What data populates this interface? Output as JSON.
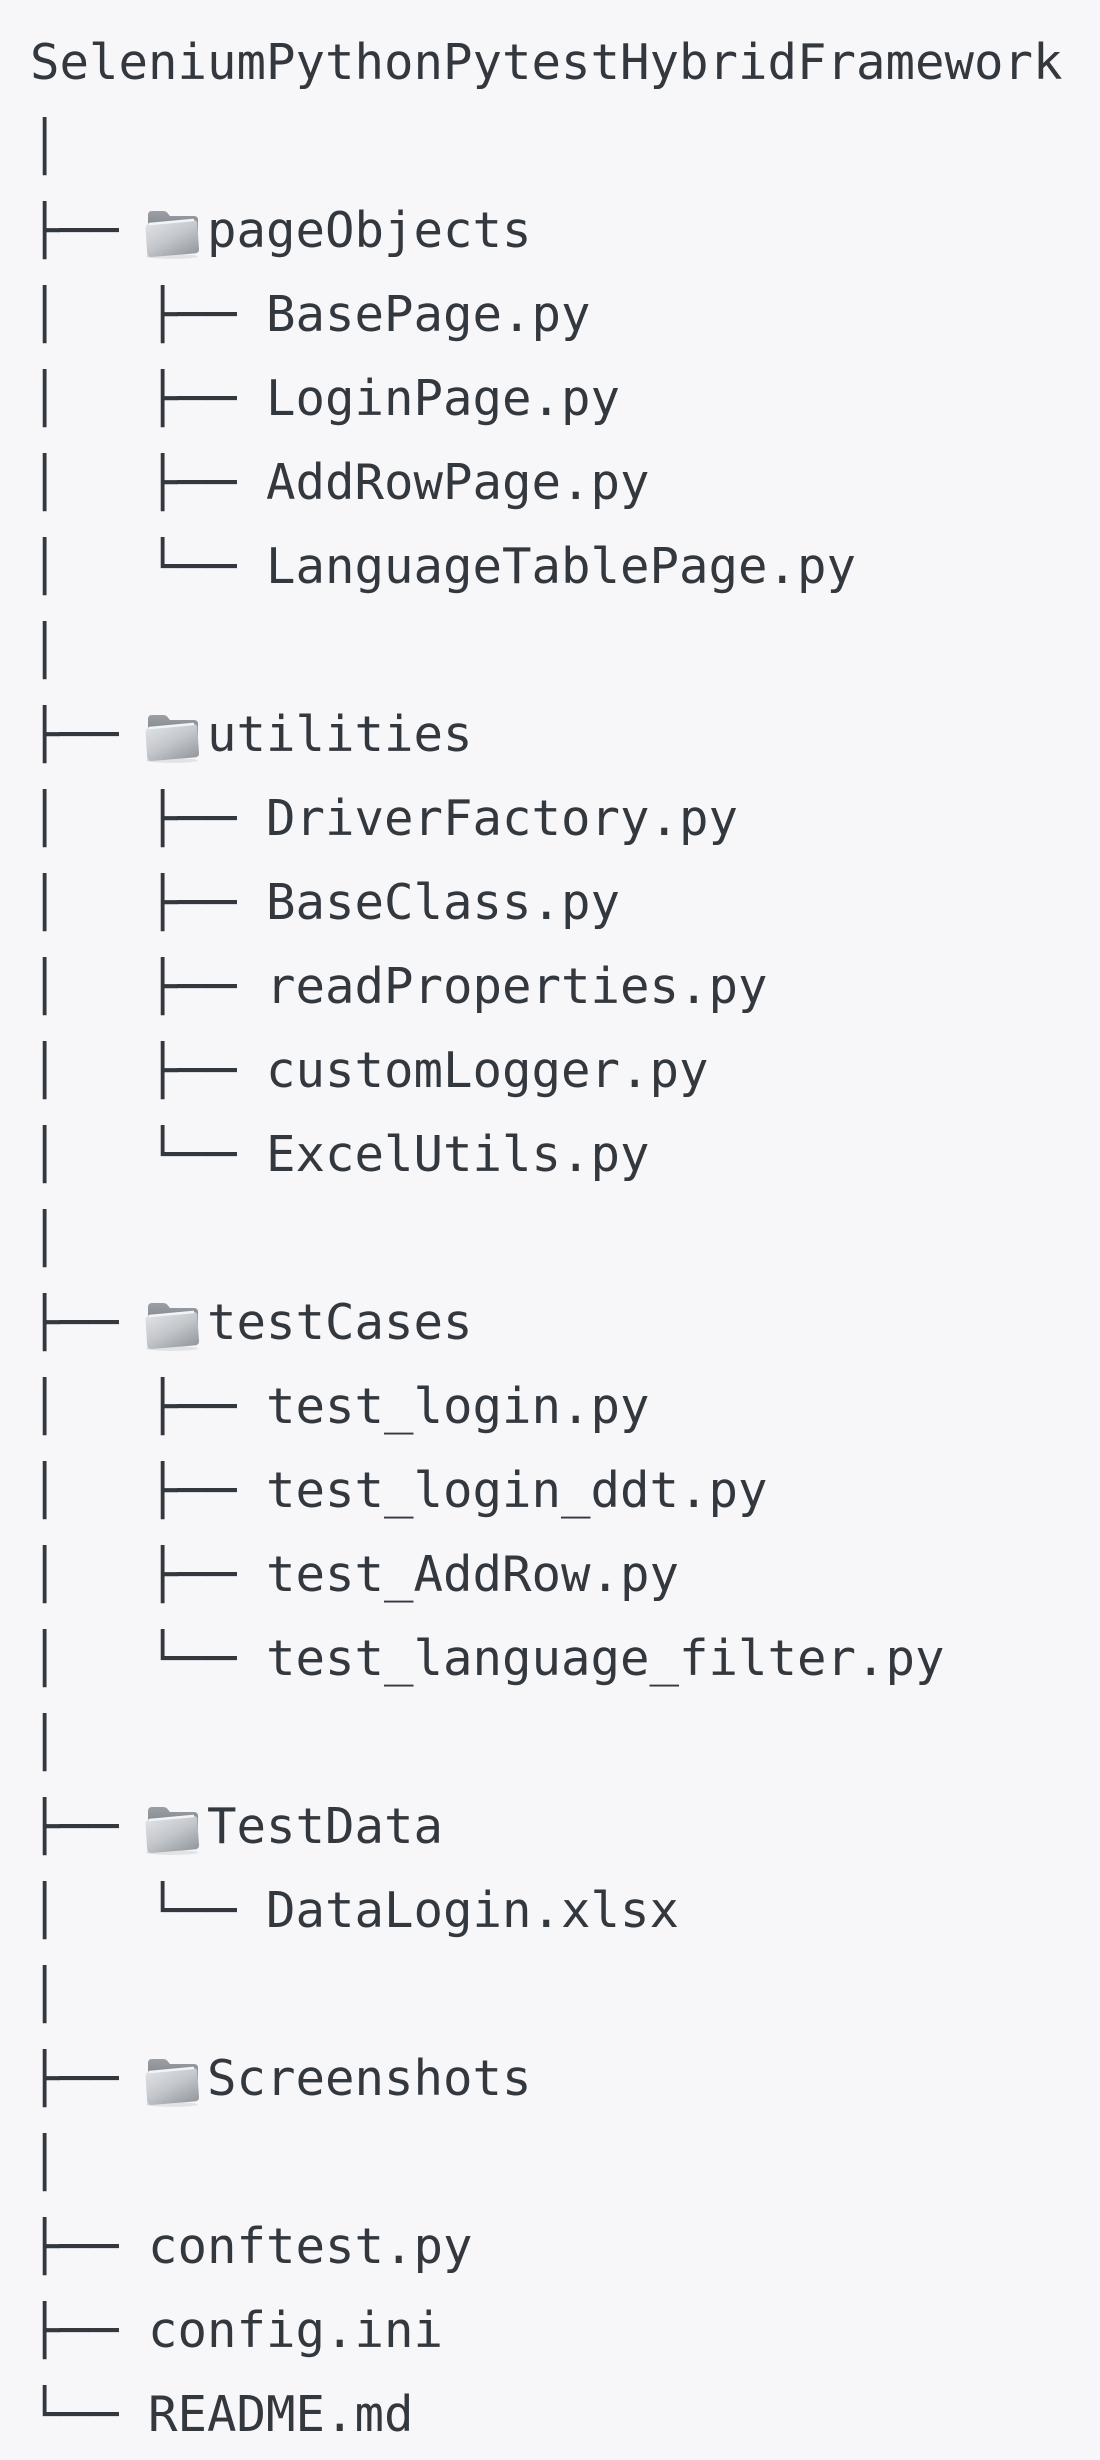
{
  "page_title": "SeleniumPythonPytestHybridFramework",
  "colors": {
    "background": "#f7f7fa",
    "text": "#33373e",
    "folder_back_top": "#9ba0a6",
    "folder_back_bottom": "#5f646b",
    "folder_front_light": "#e4e6e9",
    "folder_front_mid": "#c3c7cb",
    "folder_front_dark": "#979ca2",
    "folder_highlight": "#f3f4f6"
  },
  "tree": {
    "lines": [
      {
        "prefix": "",
        "name": "SeleniumPythonPytestHybridFramework",
        "type": "title"
      },
      {
        "prefix": "│",
        "name": "",
        "type": "spacer"
      },
      {
        "prefix": "├── ",
        "name": "pageObjects",
        "type": "folder"
      },
      {
        "prefix": "│   ├── ",
        "name": "BasePage.py",
        "type": "file"
      },
      {
        "prefix": "│   ├── ",
        "name": "LoginPage.py",
        "type": "file"
      },
      {
        "prefix": "│   ├── ",
        "name": "AddRowPage.py",
        "type": "file"
      },
      {
        "prefix": "│   └── ",
        "name": "LanguageTablePage.py",
        "type": "file"
      },
      {
        "prefix": "│",
        "name": "",
        "type": "spacer"
      },
      {
        "prefix": "├── ",
        "name": "utilities",
        "type": "folder"
      },
      {
        "prefix": "│   ├── ",
        "name": "DriverFactory.py",
        "type": "file"
      },
      {
        "prefix": "│   ├── ",
        "name": "BaseClass.py",
        "type": "file"
      },
      {
        "prefix": "│   ├── ",
        "name": "readProperties.py",
        "type": "file"
      },
      {
        "prefix": "│   ├── ",
        "name": "customLogger.py",
        "type": "file"
      },
      {
        "prefix": "│   └── ",
        "name": "ExcelUtils.py",
        "type": "file"
      },
      {
        "prefix": "│",
        "name": "",
        "type": "spacer"
      },
      {
        "prefix": "├── ",
        "name": "testCases",
        "type": "folder"
      },
      {
        "prefix": "│   ├── ",
        "name": "test_login.py",
        "type": "file"
      },
      {
        "prefix": "│   ├── ",
        "name": "test_login_ddt.py",
        "type": "file"
      },
      {
        "prefix": "│   ├── ",
        "name": "test_AddRow.py",
        "type": "file"
      },
      {
        "prefix": "│   └── ",
        "name": "test_language_filter.py",
        "type": "file"
      },
      {
        "prefix": "│",
        "name": "",
        "type": "spacer"
      },
      {
        "prefix": "├── ",
        "name": "TestData",
        "type": "folder"
      },
      {
        "prefix": "│   └── ",
        "name": "DataLogin.xlsx",
        "type": "file"
      },
      {
        "prefix": "│",
        "name": "",
        "type": "spacer"
      },
      {
        "prefix": "├── ",
        "name": "Screenshots",
        "type": "folder"
      },
      {
        "prefix": "│",
        "name": "",
        "type": "spacer"
      },
      {
        "prefix": "├── ",
        "name": "conftest.py",
        "type": "file"
      },
      {
        "prefix": "├── ",
        "name": "config.ini",
        "type": "file"
      },
      {
        "prefix": "└── ",
        "name": "README.md",
        "type": "file"
      }
    ]
  }
}
